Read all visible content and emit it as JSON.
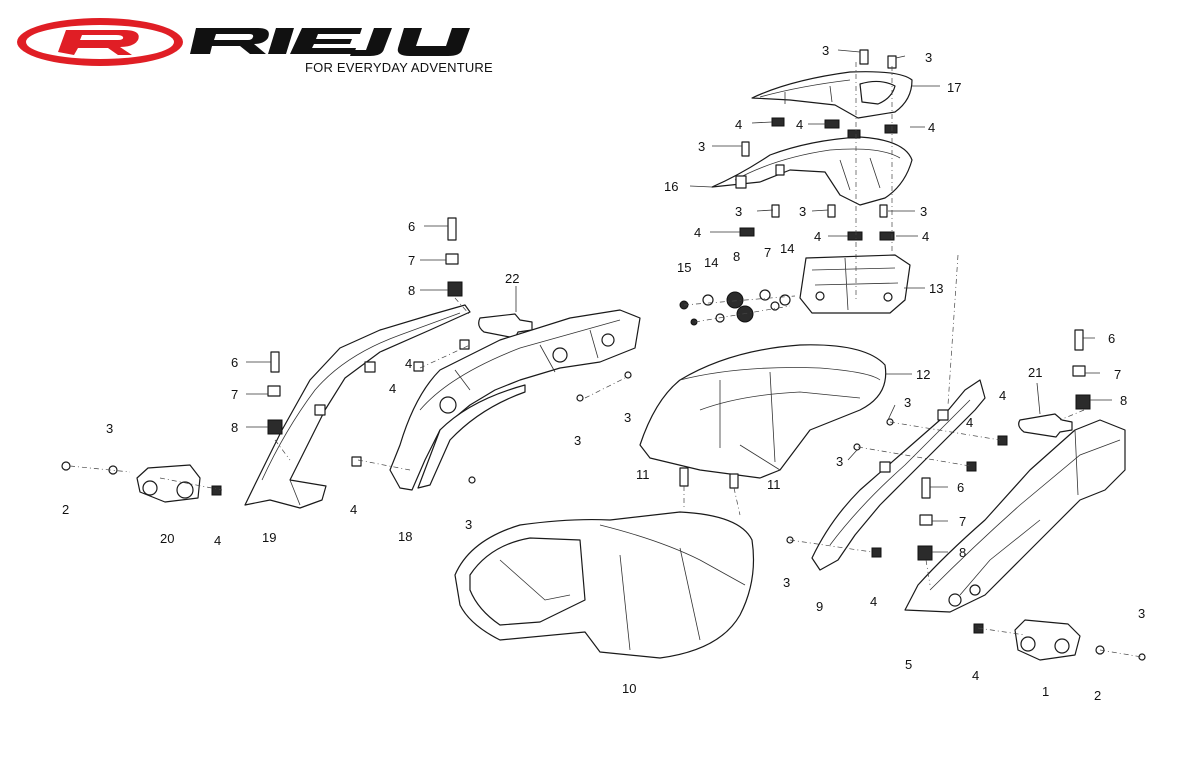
{
  "brand": {
    "name": "RIEJU",
    "tagline": "FOR EVERYDAY ADVENTURE",
    "colors": {
      "red": "#e01e25",
      "black": "#111111"
    }
  },
  "callouts": [
    {
      "id": "c1",
      "text": "3"
    },
    {
      "id": "c2",
      "text": "3"
    },
    {
      "id": "c3",
      "text": "17"
    },
    {
      "id": "c4",
      "text": "4"
    },
    {
      "id": "c5",
      "text": "4"
    },
    {
      "id": "c6",
      "text": "4"
    },
    {
      "id": "c7",
      "text": "3"
    },
    {
      "id": "c8",
      "text": "16"
    },
    {
      "id": "c9",
      "text": "3"
    },
    {
      "id": "c10",
      "text": "3"
    },
    {
      "id": "c11",
      "text": "3"
    },
    {
      "id": "c12",
      "text": "4"
    },
    {
      "id": "c13",
      "text": "4"
    },
    {
      "id": "c14",
      "text": "4"
    },
    {
      "id": "c15",
      "text": "15"
    },
    {
      "id": "c16",
      "text": "14"
    },
    {
      "id": "c17",
      "text": "8"
    },
    {
      "id": "c18",
      "text": "7"
    },
    {
      "id": "c19",
      "text": "14"
    },
    {
      "id": "c20",
      "text": "13"
    },
    {
      "id": "c21",
      "text": "6"
    },
    {
      "id": "c22",
      "text": "7"
    },
    {
      "id": "c23",
      "text": "8"
    },
    {
      "id": "c24",
      "text": "22"
    },
    {
      "id": "c25",
      "text": "6"
    },
    {
      "id": "c26",
      "text": "7"
    },
    {
      "id": "c27",
      "text": "8"
    },
    {
      "id": "c28",
      "text": "4"
    },
    {
      "id": "c29",
      "text": "4"
    },
    {
      "id": "c30",
      "text": "3"
    },
    {
      "id": "c31",
      "text": "3"
    },
    {
      "id": "c32",
      "text": "12"
    },
    {
      "id": "c33",
      "text": "6"
    },
    {
      "id": "c34",
      "text": "7"
    },
    {
      "id": "c35",
      "text": "8"
    },
    {
      "id": "c36",
      "text": "21"
    },
    {
      "id": "c37",
      "text": "3"
    },
    {
      "id": "c38",
      "text": "4"
    },
    {
      "id": "c39",
      "text": "4"
    },
    {
      "id": "c40",
      "text": "3"
    },
    {
      "id": "c41",
      "text": "11"
    },
    {
      "id": "c42",
      "text": "11"
    },
    {
      "id": "c43",
      "text": "6"
    },
    {
      "id": "c44",
      "text": "7"
    },
    {
      "id": "c45",
      "text": "8"
    },
    {
      "id": "c46",
      "text": "3"
    },
    {
      "id": "c47",
      "text": "9"
    },
    {
      "id": "c48",
      "text": "4"
    },
    {
      "id": "c49",
      "text": "3"
    },
    {
      "id": "c50",
      "text": "2"
    },
    {
      "id": "c51",
      "text": "20"
    },
    {
      "id": "c52",
      "text": "4"
    },
    {
      "id": "c53",
      "text": "19"
    },
    {
      "id": "c54",
      "text": "4"
    },
    {
      "id": "c55",
      "text": "18"
    },
    {
      "id": "c56",
      "text": "3"
    },
    {
      "id": "c57",
      "text": "10"
    },
    {
      "id": "c58",
      "text": "5"
    },
    {
      "id": "c59",
      "text": "4"
    },
    {
      "id": "c60",
      "text": "1"
    },
    {
      "id": "c61",
      "text": "2"
    },
    {
      "id": "c62",
      "text": "3"
    }
  ]
}
